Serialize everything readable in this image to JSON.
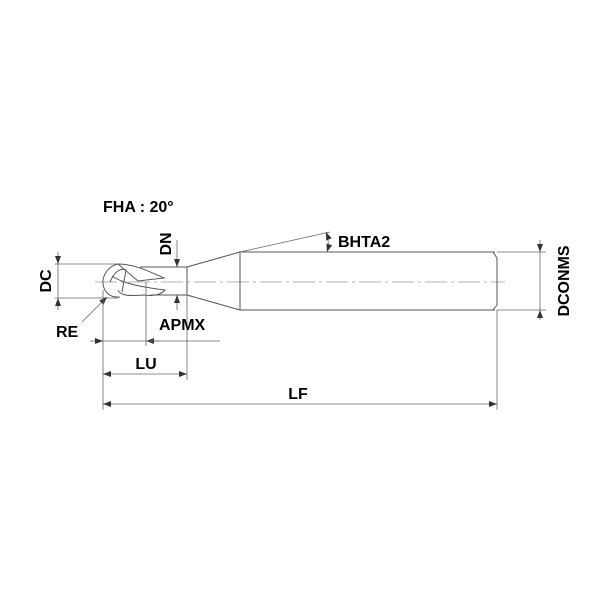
{
  "labels": {
    "fha": "FHA : 20°",
    "dn": "DN",
    "bhta2": "BHTA2",
    "dc": "DC",
    "dconms": "DCONMS",
    "re": "RE",
    "apmx": "APMX",
    "lu": "LU",
    "lf": "LF"
  }
}
